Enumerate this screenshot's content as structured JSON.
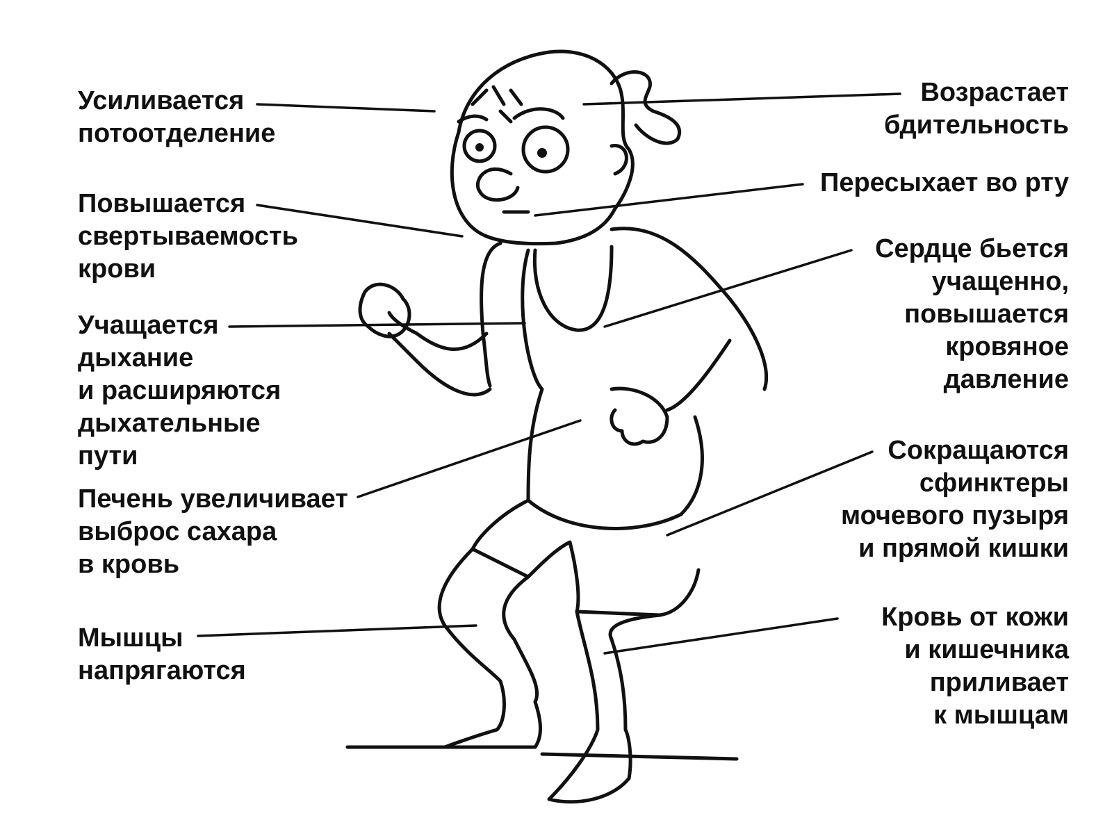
{
  "colors": {
    "ink": "#111111",
    "background": "#ffffff"
  },
  "figure": {
    "description_icon": "stressed-runner-figure"
  },
  "labels": {
    "sweat": "Усиливается\nпотоотделение",
    "clotting": "Повышается\nсвертываемость\nкрови",
    "breathing": "Учащается\nдыхание\nи расширяются\nдыхательные\nпути",
    "liver": "Печень увеличивает\nвыброс  сахара\nв кровь",
    "muscles": "Мышцы\nнапрягаются",
    "alertness": "Возрастает\nбдительность",
    "mouth": "Пересыхает во рту",
    "heart": "Сердце бьется\nучащенно,\nповышается\nкровяное\nдавление",
    "sphincters": "Сокращаются\nсфинктеры\nмочевого пузыря\nи прямой кишки",
    "blood": "Кровь от кожи\nи кишечника\nприливает\nк мышцам"
  }
}
